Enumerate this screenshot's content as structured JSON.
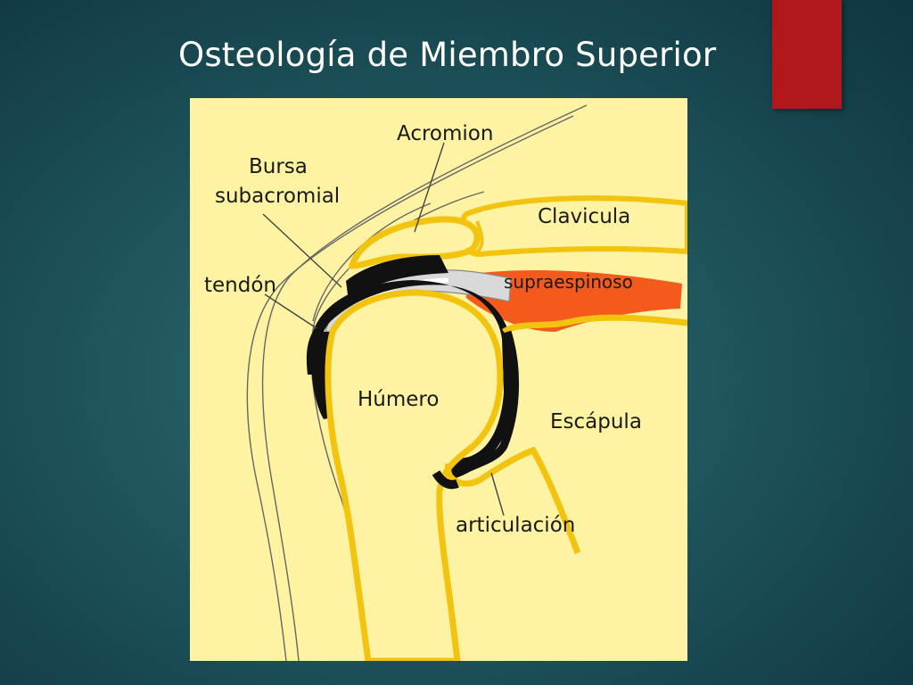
{
  "slide": {
    "title": "Osteología de Miembro Superior"
  },
  "diagram": {
    "labels": {
      "acromion": "Acromion",
      "bursa_line1": "Bursa",
      "bursa_line2": "subacromial",
      "clavicula": "Clavicula",
      "tendon": "tendón",
      "supraespinoso": "supraespinoso",
      "humero": "Húmero",
      "escapula": "Escápula",
      "articulacion": "articulación"
    }
  },
  "colors": {
    "accent": "#b0171b",
    "figure_background": "#fdf3a2",
    "bone_outline": "#f2c40f",
    "muscle": "#f45a1c"
  }
}
